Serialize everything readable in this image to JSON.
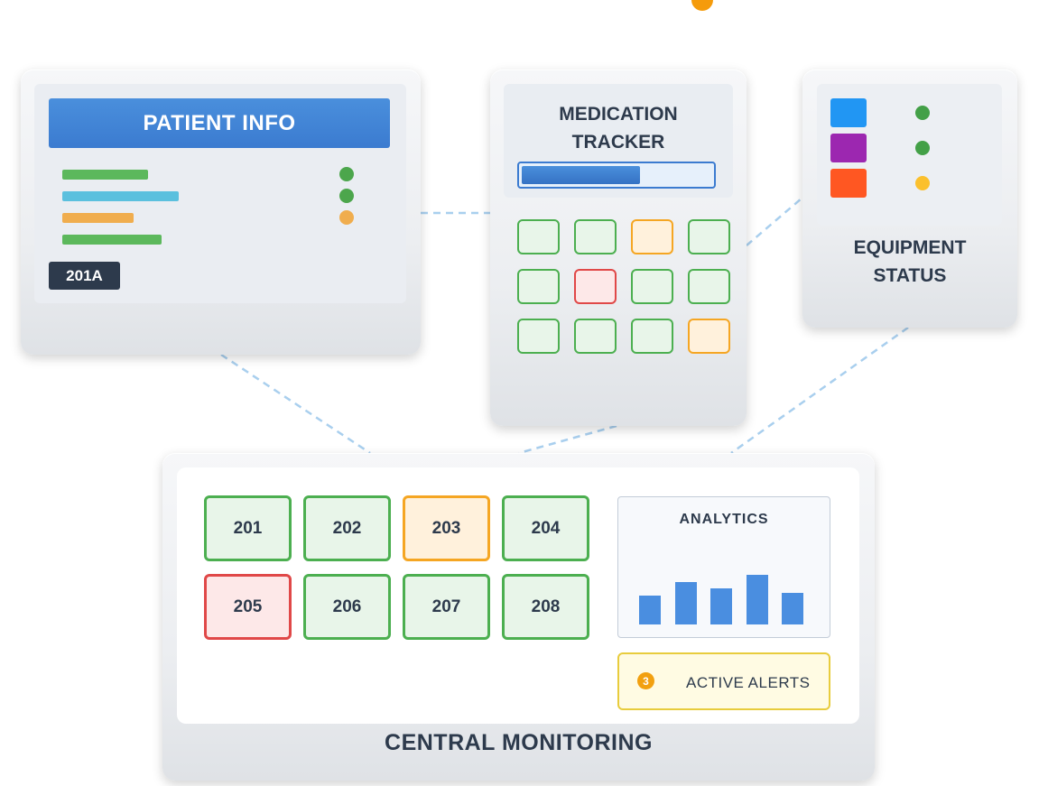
{
  "colors": {
    "green_border": "#4caf50",
    "green_fill": "#e8f5e9",
    "orange_border": "#f5a623",
    "orange_fill": "#fff1dc",
    "red_border": "#e04848",
    "red_fill": "#fde8e8",
    "accent_blue": "#3b7bd0",
    "text_dark": "#2d3a4c"
  },
  "patient_info": {
    "title": "PATIENT INFO",
    "room_badge": "201A",
    "rows": [
      {
        "bar_color": "#5cb85c",
        "fill": 0.25,
        "dot_color": "#4ca64c"
      },
      {
        "bar_color": "#5bc0de",
        "fill": 0.34,
        "dot_color": "#4ca64c"
      },
      {
        "bar_color": "#f0ad4e",
        "fill": 0.21,
        "dot_color": "#f0ad4e"
      },
      {
        "bar_color": "#5cb85c",
        "fill": 0.29,
        "dot_color": null
      }
    ]
  },
  "medication_tracker": {
    "title_line1": "MEDICATION",
    "title_line2": "TRACKER",
    "progress": 0.62,
    "grid": [
      [
        "green",
        "green",
        "orange",
        "green"
      ],
      [
        "green",
        "red",
        "green",
        "green"
      ],
      [
        "green",
        "green",
        "green",
        "orange"
      ]
    ]
  },
  "equipment_status": {
    "title_line1": "EQUIPMENT",
    "title_line2": "STATUS",
    "items": [
      {
        "color": "#2196f3",
        "status_color": "#43a047"
      },
      {
        "color": "#9c27b0",
        "status_color": "#43a047"
      },
      {
        "color": "#ff5722",
        "status_color": "#fbc02d"
      }
    ]
  },
  "central_monitoring": {
    "title": "CENTRAL MONITORING",
    "rooms": [
      {
        "number": "201",
        "status": "green"
      },
      {
        "number": "202",
        "status": "green"
      },
      {
        "number": "203",
        "status": "orange"
      },
      {
        "number": "204",
        "status": "green"
      },
      {
        "number": "205",
        "status": "red"
      },
      {
        "number": "206",
        "status": "green"
      },
      {
        "number": "207",
        "status": "green"
      },
      {
        "number": "208",
        "status": "green"
      }
    ],
    "analytics": {
      "title": "ANALYTICS",
      "bar_values": [
        32,
        47,
        40,
        55,
        35
      ]
    },
    "alerts": {
      "count": "3",
      "label": "ACTIVE ALERTS"
    }
  }
}
